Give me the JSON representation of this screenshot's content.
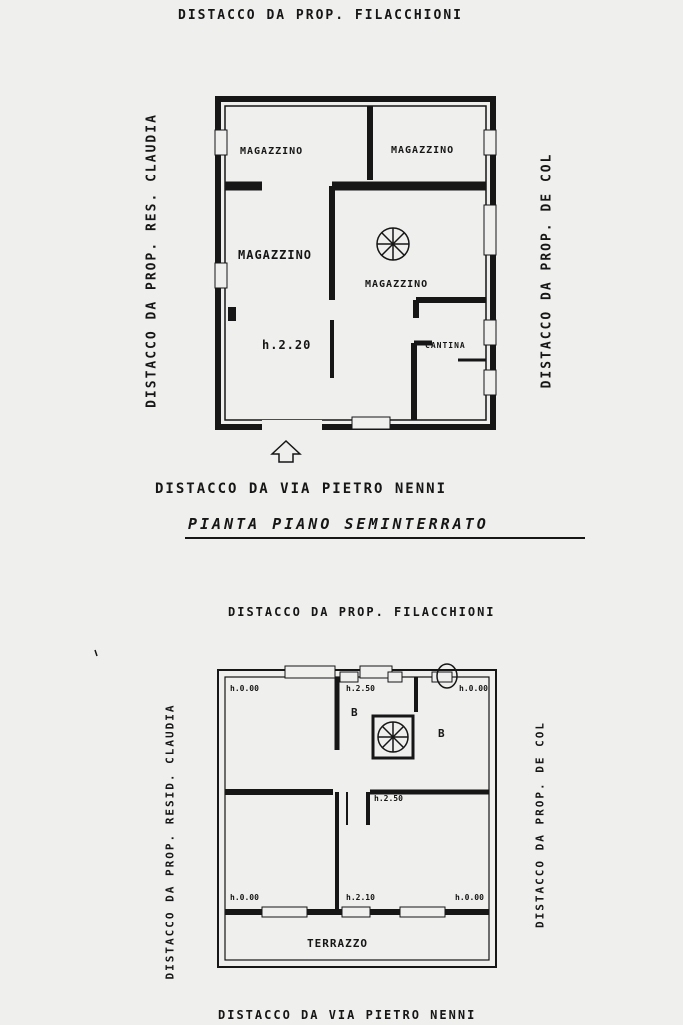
{
  "plan1": {
    "top_label": "DISTACCO DA PROP. FILACCHIONI",
    "left_label": "DISTACCO DA PROP. RES. CLAUDIA",
    "right_label": "DISTACCO DA PROP. DE COL",
    "bottom_label": "DISTACCO DA VIA PIETRO NENNI",
    "title": "PIANTA PIANO SEMINTERRATO",
    "rooms": [
      "MAGAZZINO",
      "MAGAZZINO",
      "MAGAZZINO",
      "MAGAZZINO",
      "CANTINA"
    ],
    "height": "h.2.20"
  },
  "plan2": {
    "top_label": "DISTACCO DA PROP. FILACCHIONI",
    "left_label": "DISTACCO DA PROP. RESID. CLAUDIA",
    "right_label": "DISTACCO DA PROP. DE COL",
    "bottom_label": "DISTACCO DA VIA PIETRO NENNI",
    "rooms": [
      "B",
      "B",
      "TERRAZZO"
    ],
    "heights": [
      "h.0.00",
      "h.2.50",
      "h.0.00",
      "h.2.50",
      "h.0.00",
      "h.2.10",
      "h.0.00"
    ]
  }
}
